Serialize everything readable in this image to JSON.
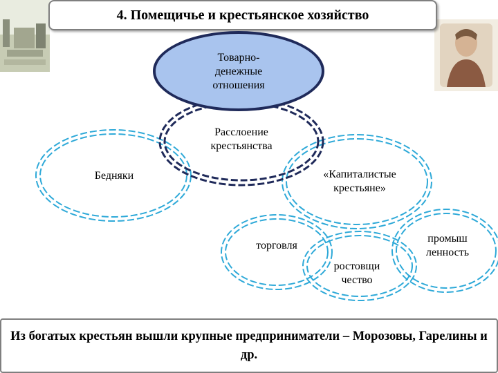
{
  "title": "4. Помещичье и крестьянское хозяйство",
  "nodes": {
    "commodity": "Товарно-\nденежные\nотношения",
    "stratification": "Расслоение\nкрестьянства",
    "poor": "Бедняки",
    "capitalist": "«Капиталистые\nкрестьяне»",
    "trade": "торговля",
    "usury": "ростовщи\nчество",
    "industry": "промыш\nленность"
  },
  "footer": "Из богатых крестьян вышли крупные предприниматели – Морозовы, Гарелины и др.",
  "colors": {
    "center_fill": "#a9c4ee",
    "center_border": "#1f2a5a",
    "ring_blue": "#2ea9d8",
    "ring_dark": "#1f2a5a"
  }
}
